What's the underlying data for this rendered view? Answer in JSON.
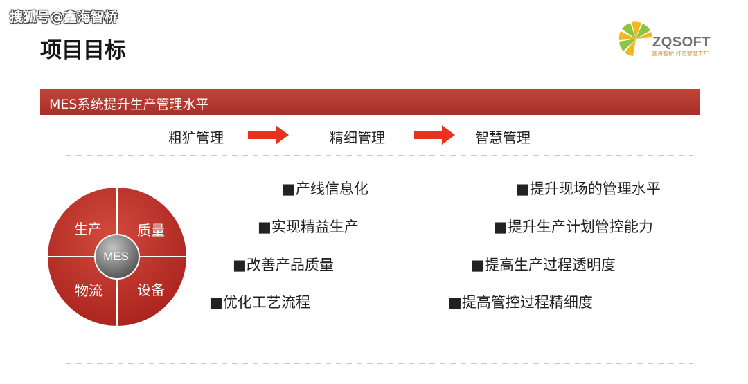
{
  "watermark": "搜狐号@鑫海智桥",
  "title": "项目目标",
  "logo": {
    "name": "ZQSOFT",
    "tagline": "鑫海智桥|打造智慧工厂"
  },
  "banner": "MES系统提升生产管理水平",
  "steps": [
    "粗犷管理",
    "精细管理",
    "智慧管理"
  ],
  "circle": {
    "center": "MES",
    "quadrants": [
      "生产",
      "质量",
      "物流",
      "设备"
    ]
  },
  "goals_left": [
    "■产线信息化",
    "■实现精益生产",
    "■改善产品质量",
    "■优化工艺流程"
  ],
  "goals_right": [
    "■提升现场的管理水平",
    "■提升生产计划管控能力",
    "■提高生产过程透明度",
    "■提高管控过程精细度"
  ],
  "colors": {
    "accent_red": "#b8382f",
    "arrow_red": "#e8321f",
    "circle_red": "#b52a25",
    "logo_green": "#8cc63f"
  }
}
